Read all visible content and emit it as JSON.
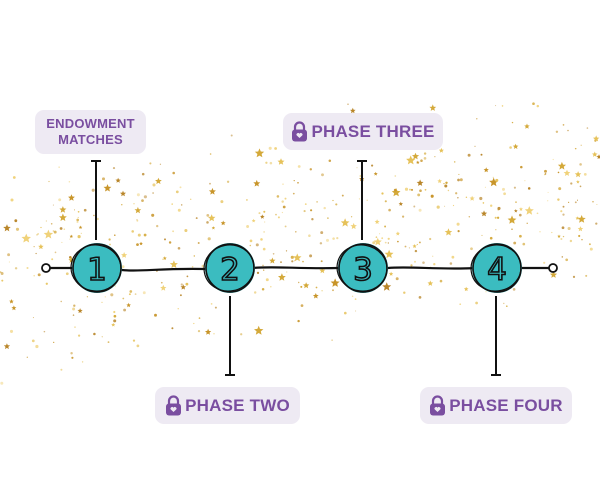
{
  "diagram": {
    "steps": [
      {
        "number": "1",
        "label": "ENDOWMENT MATCHES",
        "locked": false
      },
      {
        "number": "2",
        "label": "PHASE TWO",
        "locked": true
      },
      {
        "number": "3",
        "label": "PHASE THREE",
        "locked": true
      },
      {
        "number": "4",
        "label": "PHASE FOUR",
        "locked": true
      }
    ],
    "colors": {
      "node_fill": "#3bbcc0",
      "line": "#111111",
      "label_bg": "#eeeaf3",
      "label_text": "#7a4ea0",
      "lock": "#7a4ea0",
      "stars": "#d4a93a"
    },
    "icons": {
      "lock": "padlock-icon",
      "star": "gold-star-icon"
    }
  }
}
